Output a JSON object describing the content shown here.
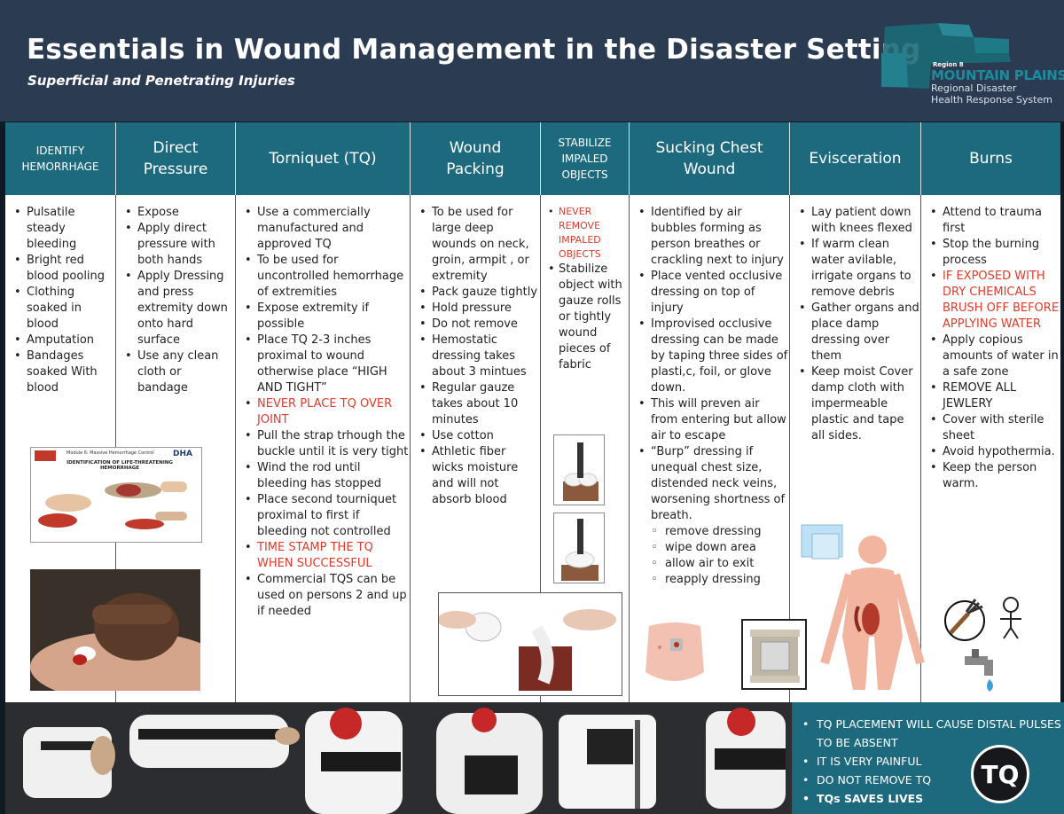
{
  "header": {
    "title": "Essentials in  Wound Management in the Disaster Setting",
    "subtitle": "Superficial and Penetrating Injuries",
    "logo": {
      "region": "Region 8",
      "name": "MOUNTAIN PLAINS",
      "line1": "Regional Disaster",
      "line2": "Health Response System"
    }
  },
  "columns": [
    {
      "heading": "IDENTIFY HEMORRHAGE",
      "items": [
        "Pulsatile steady bleeding",
        "Bright red blood pooling",
        "Clothing soaked in blood",
        "Amputation",
        "Bandages soaked With blood"
      ],
      "red": []
    },
    {
      "heading": "Direct Pressure",
      "items": [
        "Expose",
        "Apply direct pressure with both hands",
        "Apply Dressing and press extremity down onto hard surface",
        "Use any clean cloth or bandage"
      ],
      "red": []
    },
    {
      "heading": "Torniquet (TQ)",
      "items": [
        "Use a commercially manufactured and approved TQ",
        "To be used for uncontrolled hemorrhage of extremities",
        "Expose extremity if possible",
        "Place TQ 2-3 inches proximal to wound otherwise place “HIGH AND TIGHT”",
        "NEVER PLACE TQ OVER JOINT",
        "Pull the strap trhough the buckle until it is very tight",
        "Wind the rod until bleeding has stopped",
        "Place second tourniquet proximal to first if bleeding not controlled",
        "TIME STAMP THE TQ WHEN SUCCESSFUL",
        "Commercial TQS can be used on persons 2 and up if needed"
      ],
      "red": [
        4,
        8
      ]
    },
    {
      "heading": "Wound Packing",
      "items": [
        "To be used for large deep wounds on neck, groin, armpit , or extremity",
        "Pack gauze tightly",
        "Hold pressure",
        "Do not remove",
        "Hemostatic dressing takes about 3 mintues",
        "Regular gauze takes about 10 minutes",
        "Use cotton",
        "Athletic fiber wicks moisture and will not absorb blood"
      ],
      "red": []
    },
    {
      "heading": "STABILIZE IMPALED OBJECTS",
      "items": [
        "NEVER REMOVE IMPALED OBJECTS",
        "Stabilize object with gauze rolls or tightly wound pieces of fabric"
      ],
      "red": [
        0
      ]
    },
    {
      "heading": "Sucking Chest Wound",
      "items": [
        "Identified by air bubbles forming as person breathes or crackling next to injury",
        "Place vented occlusive dressing on top of injury",
        "Improvised occlusive dressing can be made by taping three sides of plasti,c, foil, or glove down.",
        "This will preven air from entering but allow air to escape",
        "“Burp” dressing if unequal chest size, distended neck veins, worsening shortness of breath."
      ],
      "sub_items": [
        "remove dressing",
        "wipe down area",
        "allow air to exit",
        "reapply dressing"
      ],
      "red": []
    },
    {
      "heading": "Evisceration",
      "items": [
        "Lay patient down with knees flexed",
        "If warm clean water avilable, irrigate organs to remove debris",
        "Gather organs and place damp dressing over them",
        "Keep moist Cover damp cloth with impermeable plastic and tape all sides."
      ],
      "red": []
    },
    {
      "heading": "Burns",
      "items": [
        "Attend to trauma first",
        "Stop the burning process",
        "IF EXPOSED WITH DRY CHEMICALS BRUSH OFF BEFORE APPLYING WATER",
        "Apply copious amounts of water in a safe zone",
        "REMOVE ALL JEWLERY",
        "Cover with sterile sheet",
        "Avoid hypothermia.",
        "Keep the person warm."
      ],
      "red": [
        2
      ]
    }
  ],
  "hemorrhage_card": {
    "module": "Module 6: Massive Hemorrhage Control",
    "title": "IDENTIFICATION OF LIFE-THREATENING HEMORRHAGE",
    "badge": "DHA"
  },
  "tq_box": {
    "items": [
      "TQ PLACEMENT WILL CAUSE DISTAL PULSES TO BE ABSENT",
      "IT IS VERY PAINFUL",
      "DO NOT REMOVE TQ",
      "TQs SAVES LIVES"
    ],
    "logo": "TQ"
  },
  "colors": {
    "header_bg": "#2a3b52",
    "column_header_bg": "#1d6a7e",
    "warning_red": "#e03a2a",
    "bottom_bg": "#2b2d30"
  }
}
